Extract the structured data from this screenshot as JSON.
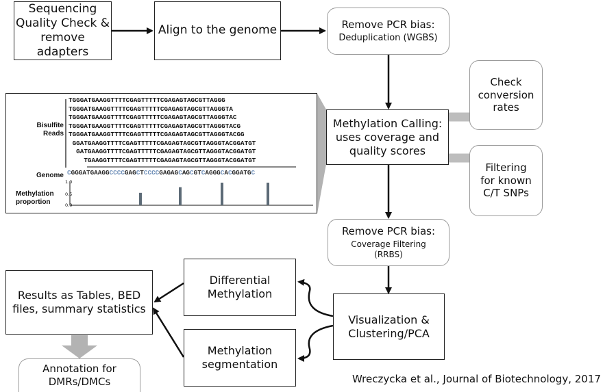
{
  "nodes": {
    "seq_qc": "Sequencing\nQuality Check &\nremove adapters",
    "align": "Align to the genome",
    "pcr_dedup": {
      "title": "Remove PCR bias:",
      "sub": "Deduplication (WGBS)"
    },
    "meth_calling": "Methylation Calling:\nuses coverage and\nquality scores",
    "check_conv": "Check\nconversion\nrates",
    "filter_snp": "Filtering\nfor known\nC/T SNPs",
    "pcr_cov": {
      "title": "Remove PCR bias:",
      "sub": "Coverage Filtering\n(RRBS)"
    },
    "diff_meth": "Differential\nMethylation",
    "meth_seg": "Methylation\nsegmentation",
    "viz": "Visualization &\nClustering/PCA",
    "results": "Results as Tables, BED\nfiles, summary statistics",
    "annotation": "Annotation for\nDMRs/DMCs"
  },
  "inset": {
    "reads_label": "Bisulfite\nReads",
    "genome_label": "Genome",
    "meth_label": "Methylation\nproportion",
    "reads": [
      "TGGGATGAAGGTTTTCGAGTTTTTCGAGAGTAGCGTTAGGG",
      "TGGGATGAAGGTTTTCGAGTTTTTCGAGAGTAGCGTTAGGGTA",
      "TGGGATGAAGGTTTTCGAGTTTTTCGAGAGTAGCGTTAGGGTAC",
      "TGGGATGAAGGTTTTCGAGTTTTTCGAGAGTAGCGTTAGGGTACG",
      "TGGGATGAAGGTTTTCGAGTTTTTCGAGAGTAGCGTTAGGGTACGG",
      " GGATGAAGGTTTTCGAGTTTTTCGAGAGTAGCGTTAGGGTACGGATGT",
      "  GATGAAGGTTTTCGAGTTTTTCGAGAGTAGCGTTAGGGTACGGATGT",
      "    TGAAGGTTTTCGAGTTTTTCGAGAGTAGCGTTAGGGTACGGATGT"
    ],
    "genome": "CGGGATGAAGGCCCCGAGCTCCCCGAGAGCAGCGTCAGGGCACGGATGC",
    "ticks": [
      "1.0",
      "0.5",
      "0.0"
    ],
    "meth_values": [
      0.55,
      0.8,
      1.0,
      1.0
    ]
  },
  "citation": "Wreczycka et al., Journal of Biotechnology, 2017"
}
